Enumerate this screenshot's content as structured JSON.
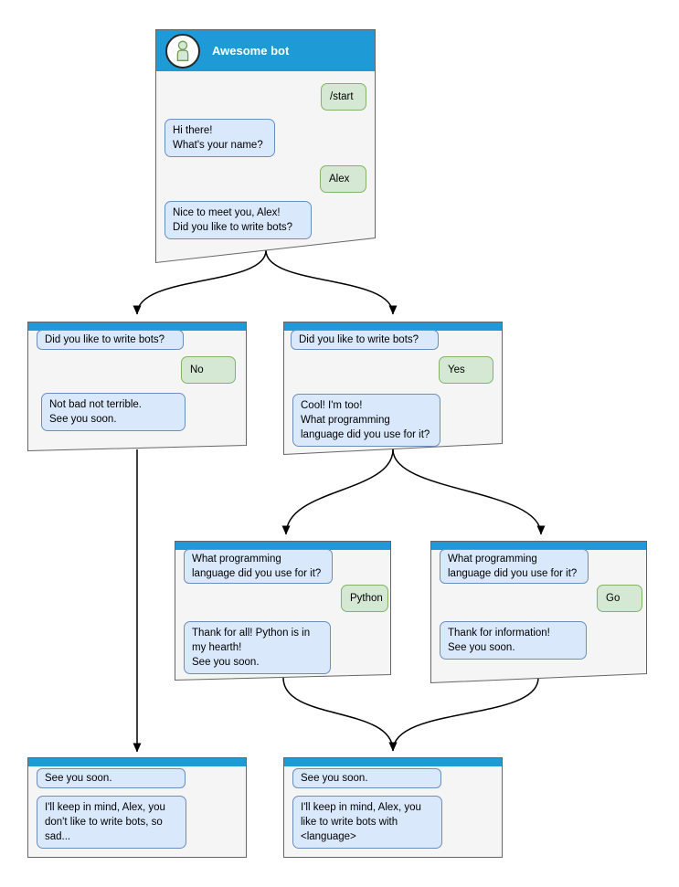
{
  "colors": {
    "header_blue": "#1e9bd7",
    "card_fill": "#f5f5f5",
    "card_border": "#666666",
    "bot_bubble_fill": "#dae8fc",
    "bot_bubble_border": "#6c8ebf",
    "user_bubble_fill": "#d5e8d4",
    "user_bubble_border": "#82b366",
    "connector": "#000000"
  },
  "nodes": {
    "root": {
      "title": "Awesome bot",
      "messages": [
        {
          "from": "user",
          "text": "/start"
        },
        {
          "from": "bot",
          "text": "Hi there!\nWhat's your name?"
        },
        {
          "from": "user",
          "text": "Alex"
        },
        {
          "from": "bot",
          "text": "Nice to meet you, Alex!\nDid you like to write bots?"
        }
      ]
    },
    "no_branch": {
      "messages": [
        {
          "from": "bot",
          "text": "Did you like to write bots?"
        },
        {
          "from": "user",
          "text": "No"
        },
        {
          "from": "bot",
          "text": "Not bad not terrible.\nSee you soon."
        }
      ]
    },
    "yes_branch": {
      "messages": [
        {
          "from": "bot",
          "text": "Did you like to write bots?"
        },
        {
          "from": "user",
          "text": "Yes"
        },
        {
          "from": "bot",
          "text": "Cool! I'm too!\nWhat programming\nlanguage did you use for it?"
        }
      ]
    },
    "python_branch": {
      "messages": [
        {
          "from": "bot",
          "text": "What programming\nlanguage did you use for it?"
        },
        {
          "from": "user",
          "text": "Python"
        },
        {
          "from": "bot",
          "text": "Thank for all! Python is in\nmy hearth!\nSee you soon."
        }
      ]
    },
    "go_branch": {
      "messages": [
        {
          "from": "bot",
          "text": "What programming\nlanguage did you use for it?"
        },
        {
          "from": "user",
          "text": "Go"
        },
        {
          "from": "bot",
          "text": "Thank for information!\nSee you soon."
        }
      ]
    },
    "end_no": {
      "messages": [
        {
          "from": "bot",
          "text": "See you soon."
        },
        {
          "from": "bot",
          "text": "I'll keep in mind, Alex, you\ndon't like to write bots, so\nsad..."
        }
      ]
    },
    "end_yes": {
      "messages": [
        {
          "from": "bot",
          "text": "See you soon."
        },
        {
          "from": "bot",
          "text": "I'll keep in mind, Alex, you\nlike to write bots with\n<language>"
        }
      ]
    }
  },
  "edges": [
    {
      "from": "root",
      "to": "no_branch"
    },
    {
      "from": "root",
      "to": "yes_branch"
    },
    {
      "from": "no_branch",
      "to": "end_no"
    },
    {
      "from": "yes_branch",
      "to": "python_branch"
    },
    {
      "from": "yes_branch",
      "to": "go_branch"
    },
    {
      "from": "python_branch",
      "to": "end_yes"
    },
    {
      "from": "go_branch",
      "to": "end_yes"
    }
  ]
}
